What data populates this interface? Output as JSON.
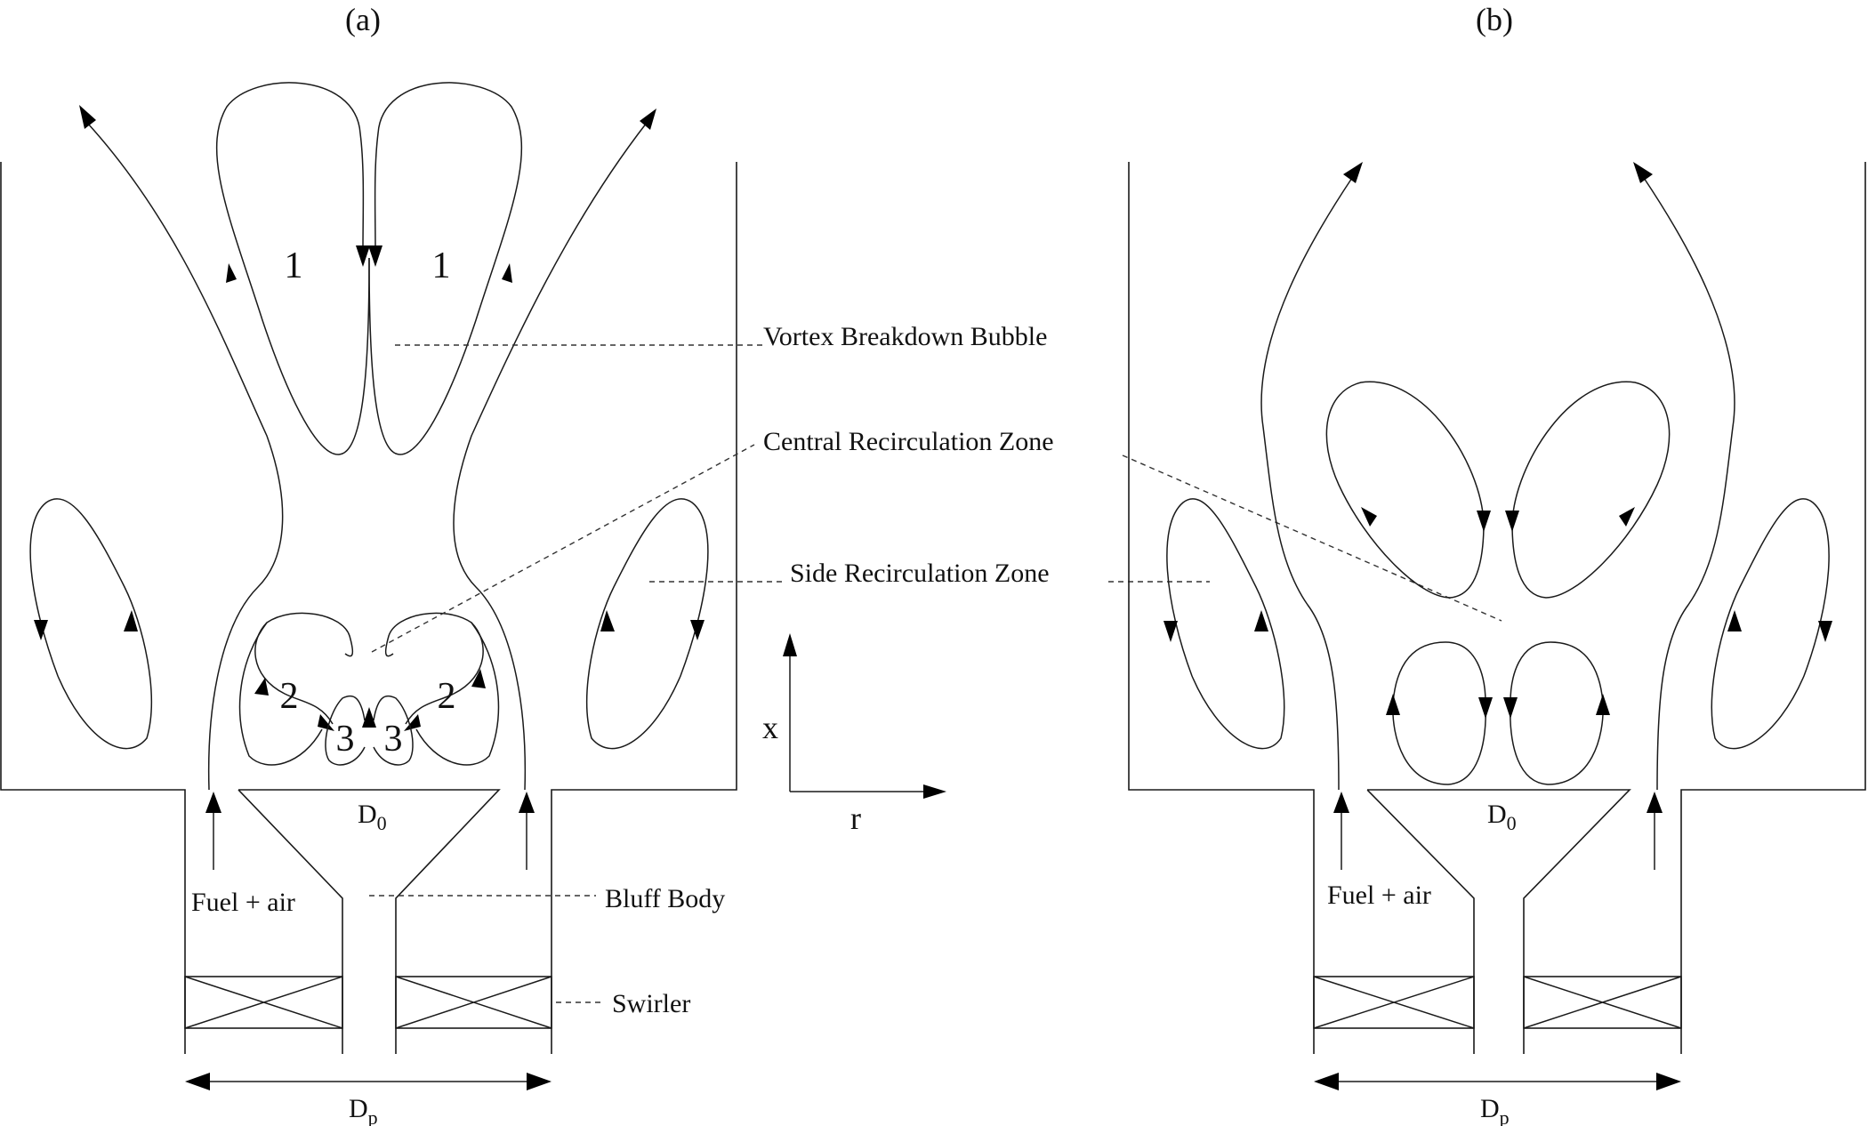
{
  "panels": {
    "a": {
      "label": "(a)"
    },
    "b": {
      "label": "(b)"
    }
  },
  "zones": {
    "zone_1": "1",
    "zone_2": "2",
    "zone_3": "3"
  },
  "labels": {
    "vortex_breakdown_bubble": "Vortex Breakdown Bubble",
    "central_recirculation_zone": "Central Recirculation Zone",
    "side_recirculation_zone": "Side Recirculation Zone",
    "bluff_body": "Bluff Body",
    "swirler": "Swirler",
    "fuel_air": "Fuel + air"
  },
  "dimensions": {
    "d": "D",
    "sub_0": "0",
    "sub_p": "p"
  },
  "axes": {
    "x": "x",
    "r": "r"
  }
}
